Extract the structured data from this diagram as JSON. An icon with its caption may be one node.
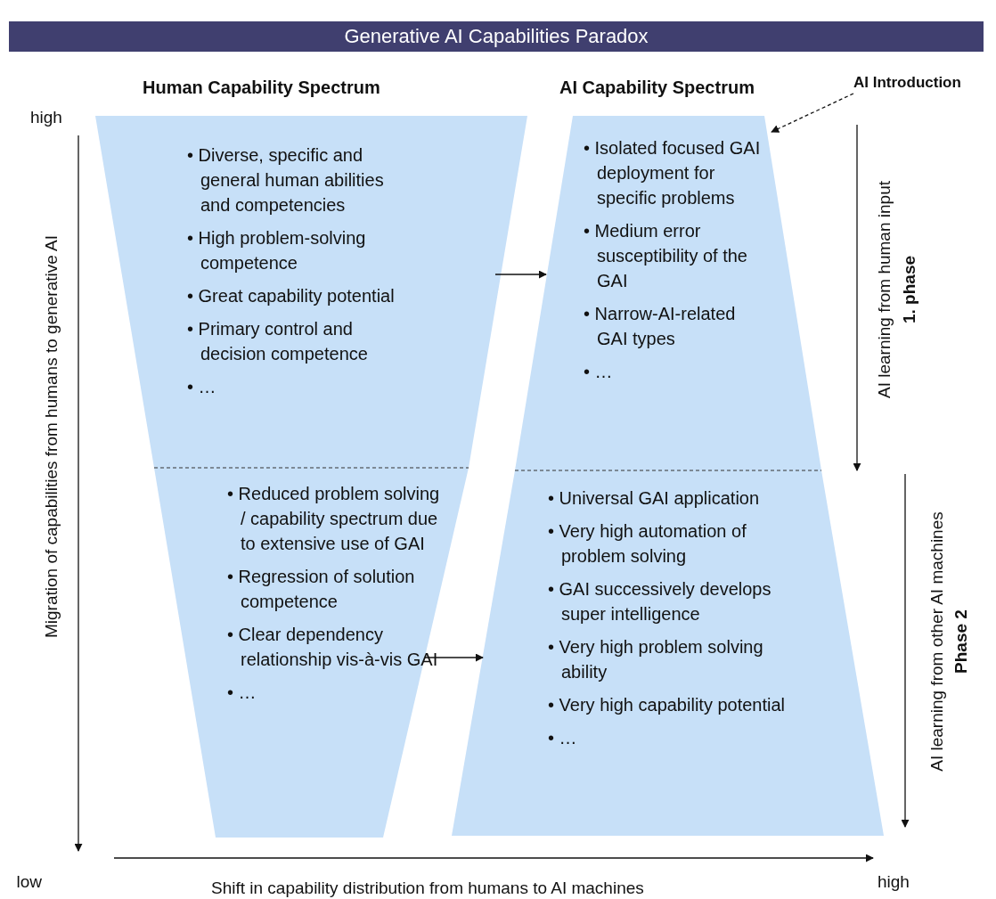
{
  "diagram": {
    "title": "Generative AI Capabilities Paradox",
    "nodes": [
      {
        "text": [
          "Human Capability Spectrum",
          "• Diverse, specific and general human abilities and competencies",
          "• High problem-solving competence",
          "• Great capability potential",
          "• Primary control and decision competence",
          "• …"
        ]
      },
      {
        "text": [
          "• Reduced problem solving / capability spectrum due to extensive use of GAI",
          "• Regression of solution competence",
          "• Clear dependency relationship vis-à-vis GAI",
          "• …"
        ]
      },
      {
        "text": [
          "AI Capability Spectrum",
          "• Isolated focused GAI deployment for specific problems",
          "• Medium error susceptibility of the GAI",
          "• Narrow-AI-related GAI types",
          "• …"
        ]
      },
      {
        "text": [
          "• Universal GAI application",
          "• Very high automation of problem solving",
          "• GAI successively develops super intelligence",
          "• Very high problem solving ability",
          "• Very high capability potential",
          "• …"
        ]
      },
      {
        "text": [
          "AI Introduction"
        ]
      }
    ],
    "edges": [
      {
        "from": 0,
        "to": 2,
        "arrow": "to"
      },
      {
        "from": 1,
        "to": 3,
        "arrow": "to"
      },
      {
        "from": 4,
        "to": 2,
        "arrow": "to",
        "style": "dashed"
      }
    ],
    "labels": [
      "high",
      "Migration of capabilities from humans to generative AI",
      "AI learning from human input",
      "1. phase",
      "AI learning from other AI machines",
      "Phase 2",
      "low",
      "high",
      "Shift in capability distribution from humans to AI machines"
    ]
  }
}
